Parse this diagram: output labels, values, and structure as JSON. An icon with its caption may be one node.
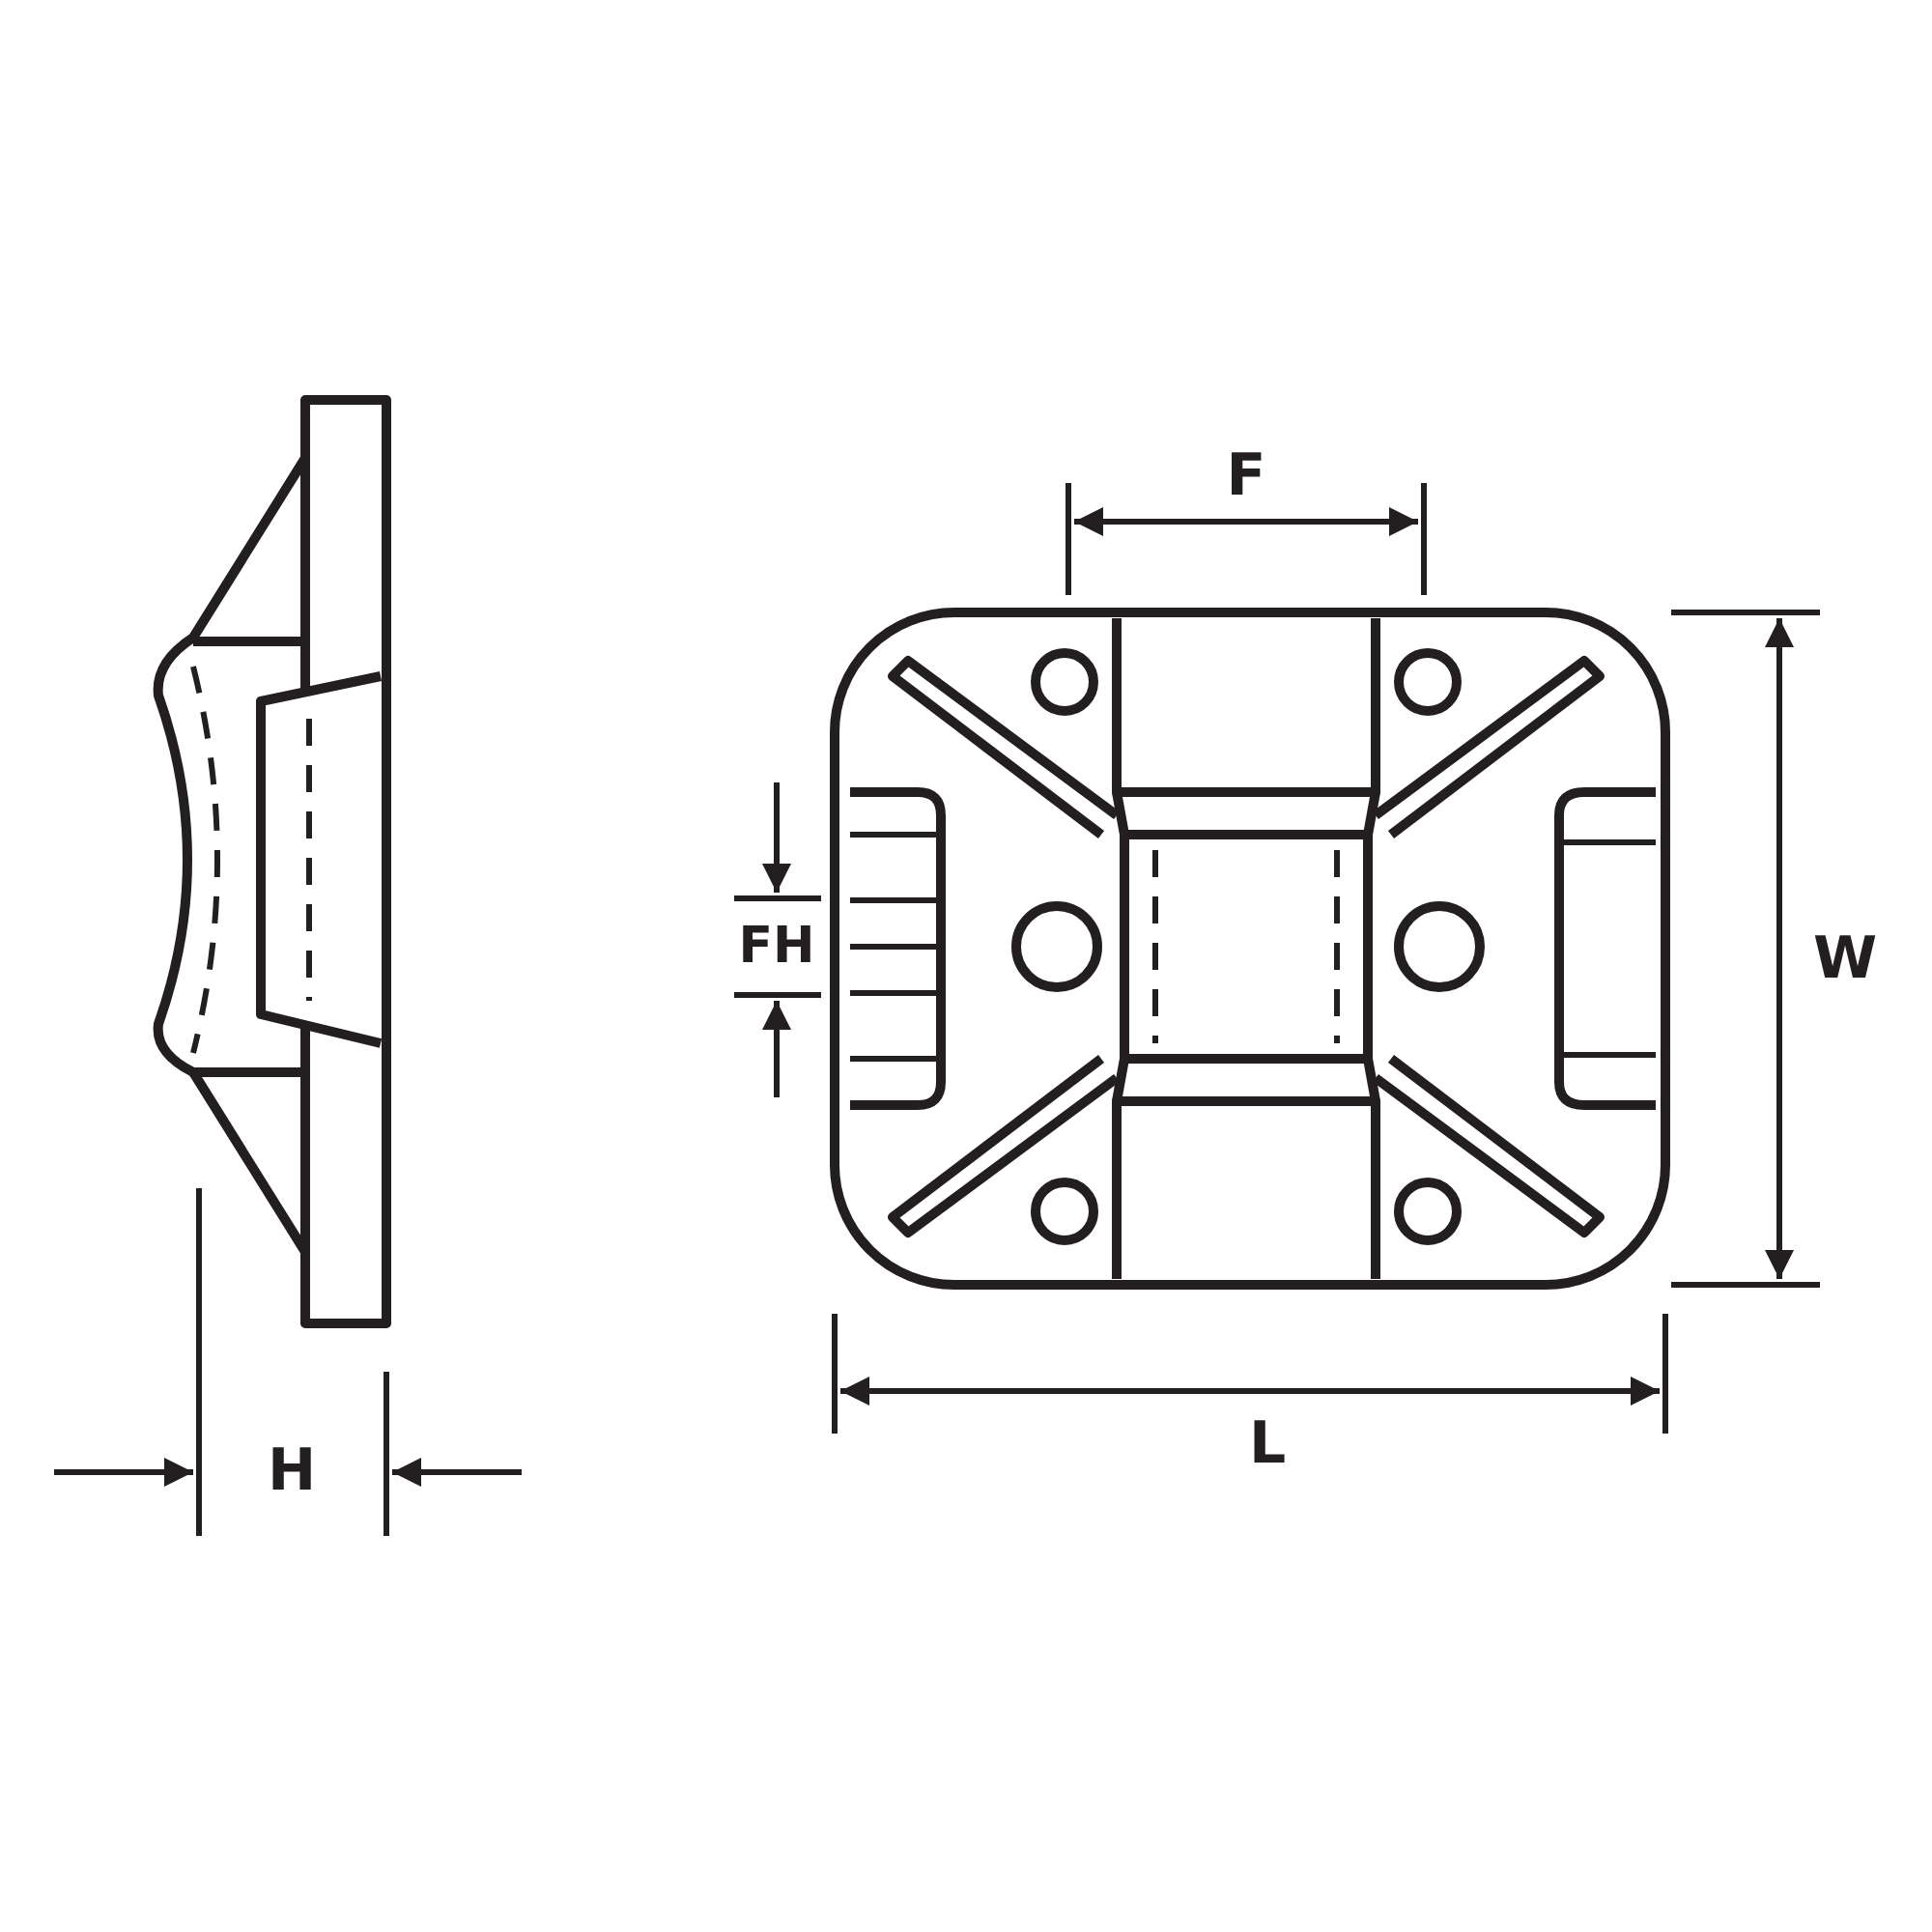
{
  "diagram": {
    "labels": [
      "F",
      "FH",
      "W",
      "H",
      "L"
    ]
  }
}
